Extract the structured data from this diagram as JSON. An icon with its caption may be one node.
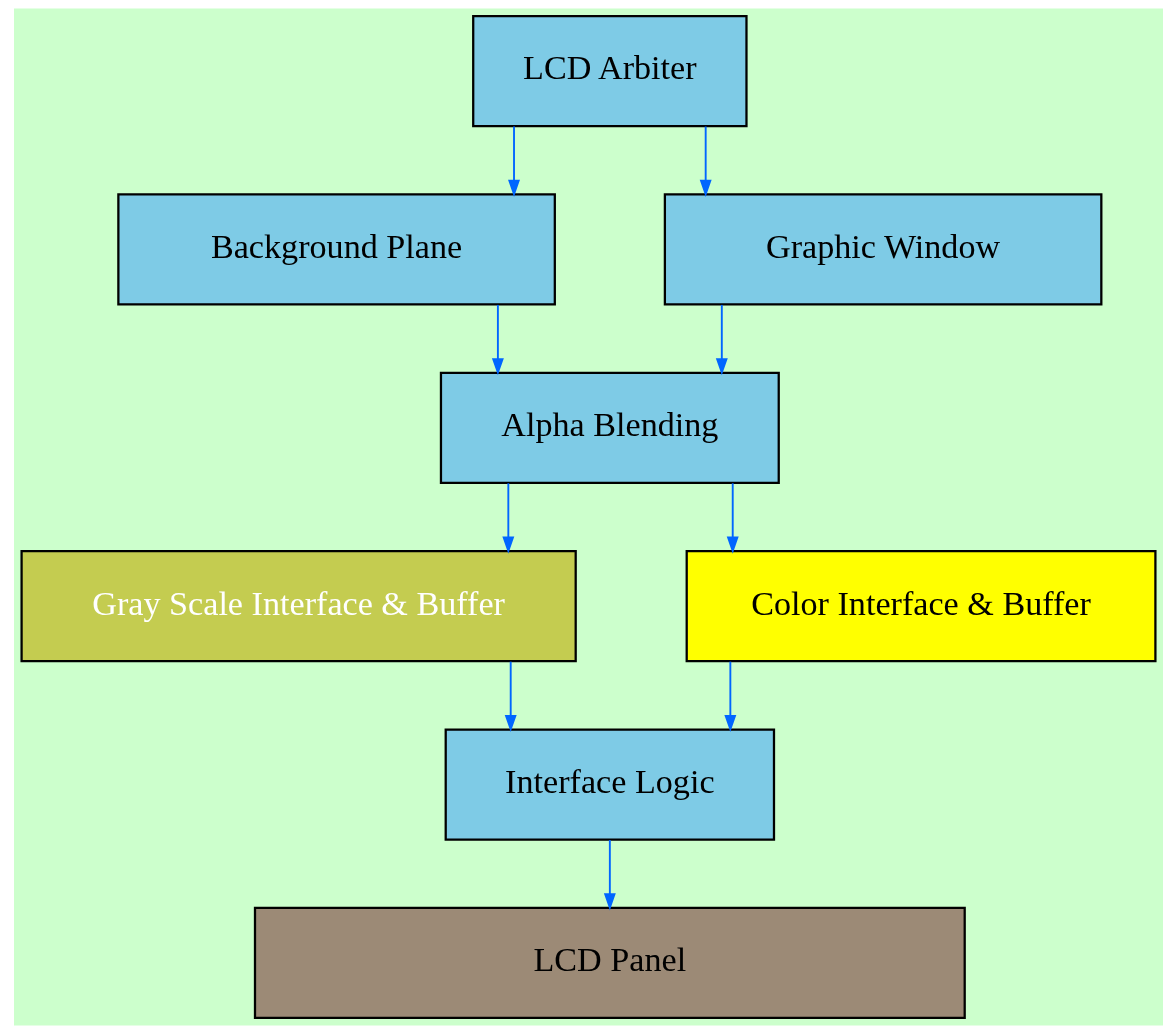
{
  "diagram": {
    "nodes": [
      {
        "text": [
          "LCD Arbiter"
        ]
      },
      {
        "text": [
          "Background Plane"
        ]
      },
      {
        "text": [
          "Graphic Window"
        ]
      },
      {
        "text": [
          "Alpha Blending"
        ]
      },
      {
        "text": [
          "Gray Scale Interface & Buffer"
        ]
      },
      {
        "text": [
          "Color Interface & Buffer"
        ]
      },
      {
        "text": [
          "Interface Logic"
        ]
      },
      {
        "text": [
          "LCD Panel"
        ]
      }
    ],
    "edges": [
      {
        "from": 0,
        "to": 1,
        "arrow": "to"
      },
      {
        "from": 0,
        "to": 2,
        "arrow": "to"
      },
      {
        "from": 1,
        "to": 3,
        "arrow": "to"
      },
      {
        "from": 2,
        "to": 3,
        "arrow": "to"
      },
      {
        "from": 3,
        "to": 4,
        "arrow": "to"
      },
      {
        "from": 3,
        "to": 5,
        "arrow": "to"
      },
      {
        "from": 4,
        "to": 6,
        "arrow": "to"
      },
      {
        "from": 5,
        "to": 6,
        "arrow": "to"
      },
      {
        "from": 6,
        "to": 7,
        "arrow": "to"
      }
    ]
  }
}
